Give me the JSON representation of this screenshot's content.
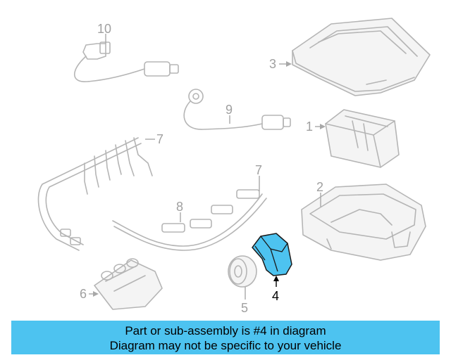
{
  "diagram": {
    "callouts": {
      "c1": "1",
      "c2": "2",
      "c3": "3",
      "c4": "4",
      "c5": "5",
      "c6": "6",
      "c7a": "7",
      "c7b": "7",
      "c8": "8",
      "c9": "9",
      "c10": "10"
    },
    "highlighted_part": "4",
    "colors": {
      "highlight": "#4dc3f0",
      "banner": "#4dc3f0",
      "line_art": "#b5b5b5"
    }
  },
  "banner": {
    "line1": "Part or sub-assembly is #4 in diagram",
    "line2": "Diagram may not be specific to your vehicle"
  }
}
